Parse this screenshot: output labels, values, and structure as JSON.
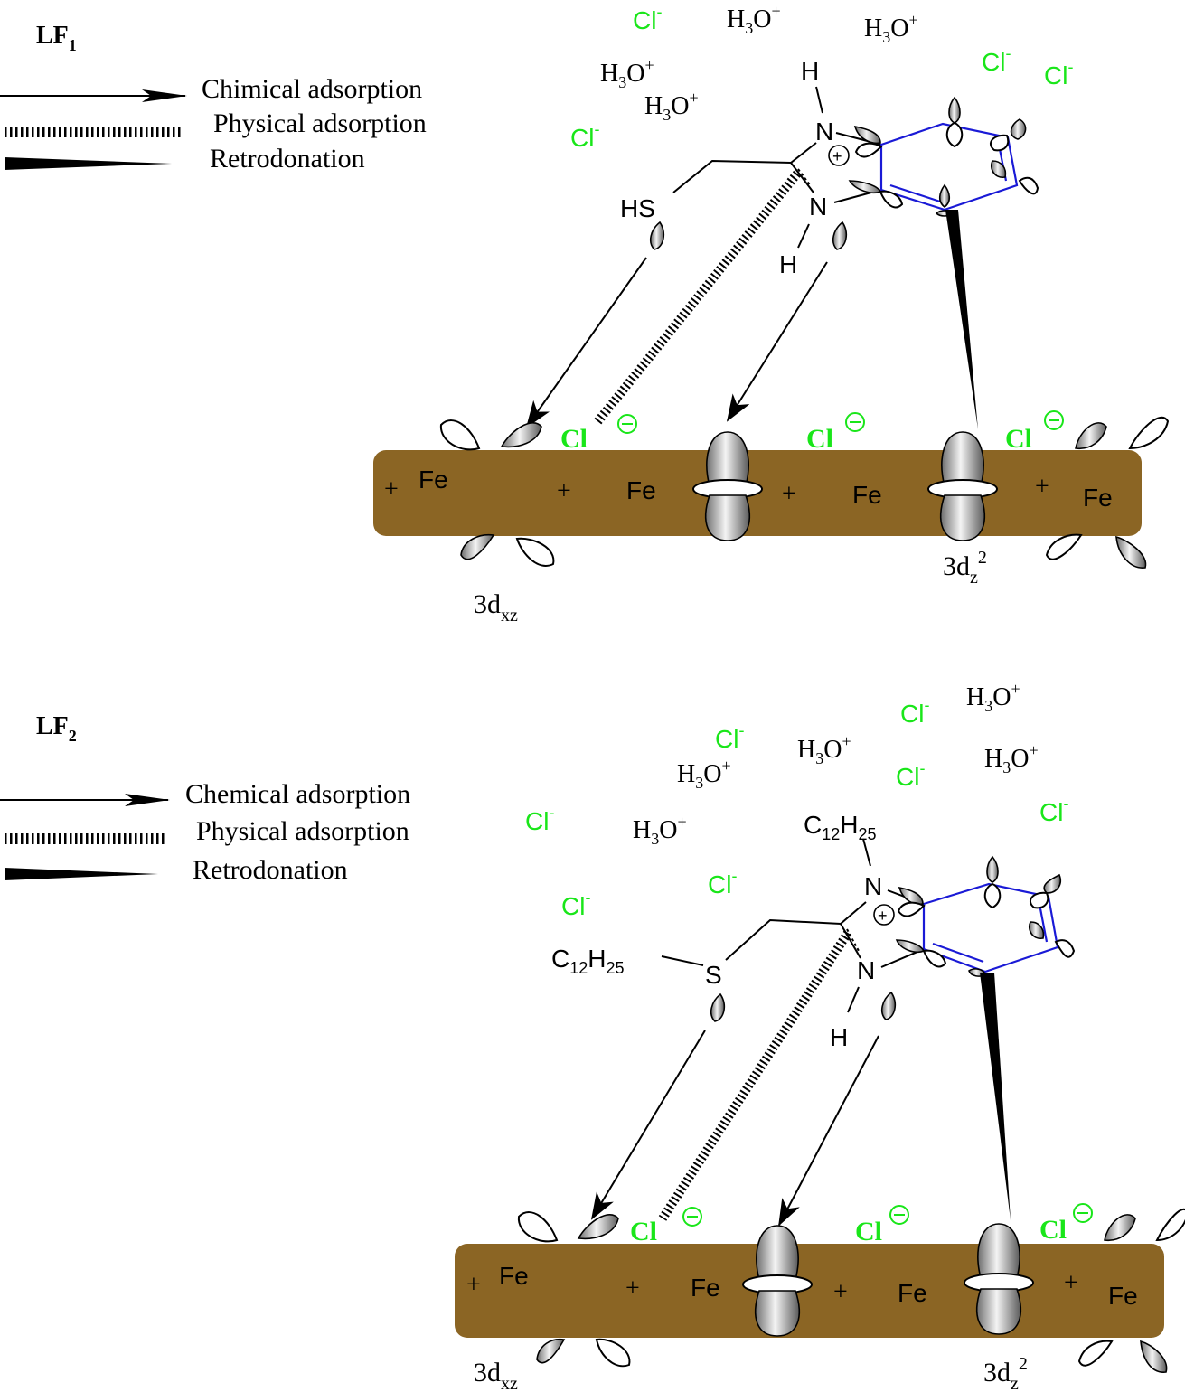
{
  "panels": [
    {
      "id": "LF1",
      "label_main": "LF",
      "label_sub": "1",
      "legend": {
        "chemical": "Chimical adsorption",
        "physical": "Physical adsorption",
        "retro": "Retrodonation"
      },
      "ions": {
        "cl": "Cl",
        "cl_charge": "-",
        "h3o_h": "H",
        "h3o_3": "3",
        "h3o_o": "O",
        "h3o_charge": "+"
      },
      "molecule": {
        "s_group": "HS",
        "n_top": "N",
        "n_bottom": "N",
        "h_top": "H",
        "h_bottom": "H"
      },
      "surface": {
        "fe": "Fe",
        "plus": "+",
        "cl_surface": "Cl",
        "orbital_xz_main": "3d",
        "orbital_xz_sub": "xz",
        "orbital_z2_main": "3d",
        "orbital_z2_sub": "z",
        "orbital_z2_sup": "2"
      }
    },
    {
      "id": "LF2",
      "label_main": "LF",
      "label_sub": "2",
      "legend": {
        "chemical": "Chemical adsorption",
        "physical": "Physical adsorption",
        "retro": "Retrodonation"
      },
      "ions": {
        "cl": "Cl",
        "cl_charge": "-",
        "h3o_h": "H",
        "h3o_3": "3",
        "h3o_o": "O",
        "h3o_charge": "+"
      },
      "molecule": {
        "s_group": "S",
        "alkyl_c": "C",
        "alkyl_c_sub": "12",
        "alkyl_h": "H",
        "alkyl_h_sub": "25",
        "n_top": "N",
        "n_bottom": "N",
        "h_bottom": "H"
      },
      "surface": {
        "fe": "Fe",
        "plus": "+",
        "cl_surface": "Cl",
        "orbital_xz_main": "3d",
        "orbital_xz_sub": "xz",
        "orbital_z2_main": "3d",
        "orbital_z2_sub": "z",
        "orbital_z2_sup": "2"
      }
    }
  ],
  "colors": {
    "surface": "#8B6524",
    "ion_green": "#19e619",
    "ring_blue": "#1a1ad6"
  }
}
